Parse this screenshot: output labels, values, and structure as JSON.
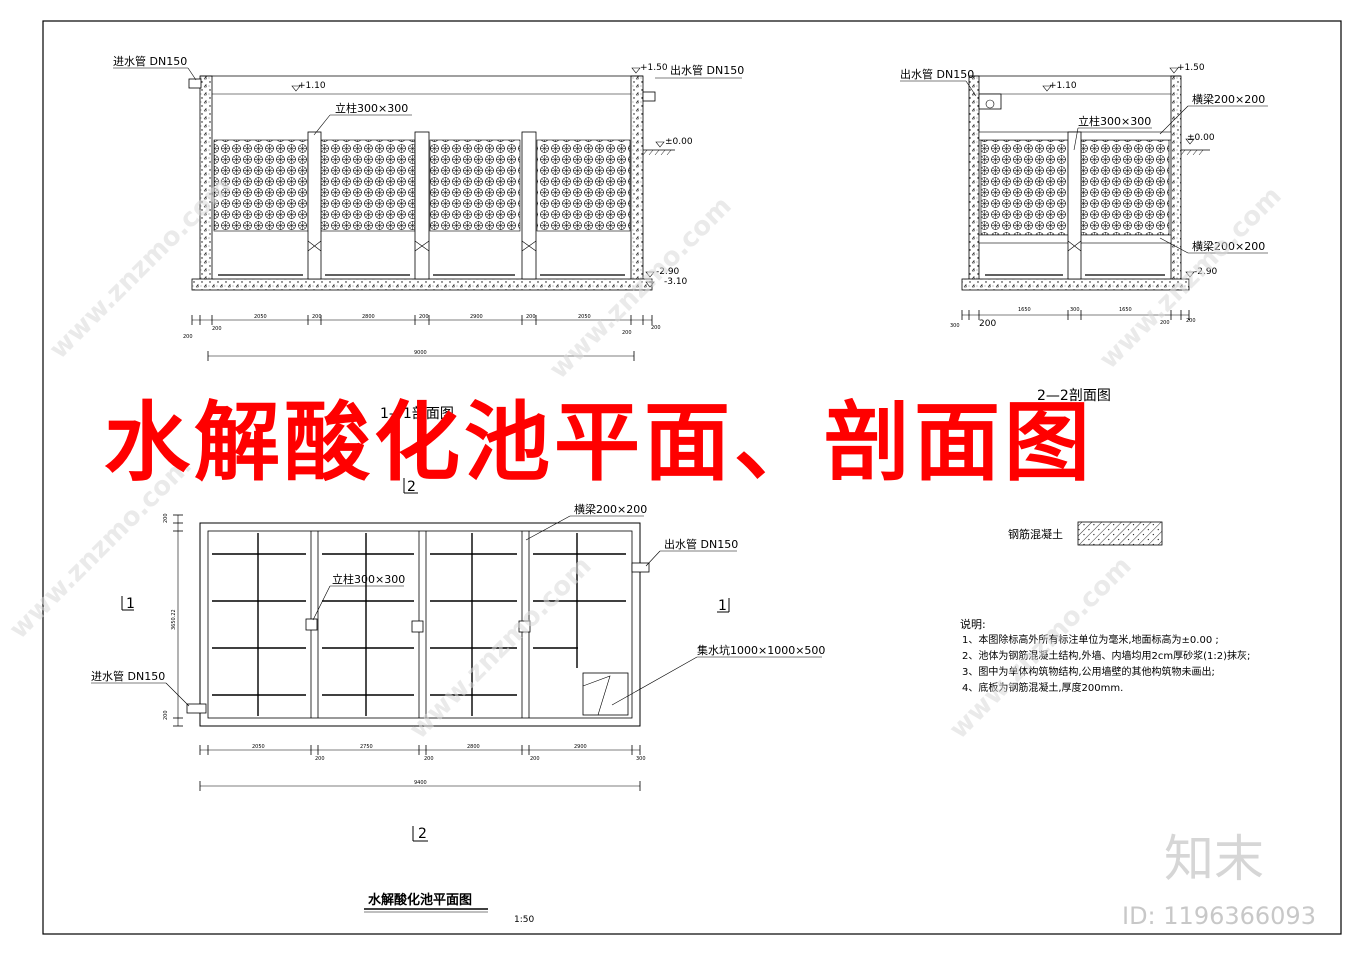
{
  "banner_title": "水解酸化池平面、剖面图",
  "watermark": {
    "text": "www.znzmo.com",
    "brand_cn": "知末",
    "id_label": "ID: 1196366093"
  },
  "section_1_1": {
    "title": "1—1剖面图",
    "inlet_label": "进水管 DN150",
    "outlet_label": "出水管 DN150",
    "column_label": "立柱300×300",
    "elev_top": "+1.50",
    "elev_water": "+1.10",
    "elev_ground": "±0.00",
    "elev_bottom": "-2.90",
    "elev_base": "-3.10",
    "dims": [
      "200",
      "200",
      "2050",
      "200",
      "2800",
      "200",
      "2900",
      "200",
      "2050",
      "200",
      "200"
    ],
    "total_dim": "9000"
  },
  "section_2_2": {
    "title": "2—2剖面图",
    "outlet_label": "出水管 DN150",
    "beam_top_label": "横梁200×200",
    "beam_bottom_label": "横梁200×200",
    "column_label": "立柱300×300",
    "elev_top": "+1.50",
    "elev_water": "+1.10",
    "elev_ground": "±0.00",
    "elev_bottom": "-2.90",
    "dims": [
      "300",
      "200",
      "1650",
      "300",
      "1650",
      "200",
      "200"
    ]
  },
  "plan": {
    "title": "水解酸化池平面图",
    "scale": "1:50",
    "beam_label": "横梁200×200",
    "outlet_label": "出水管 DN150",
    "inlet_label": "进水管 DN150",
    "column_label": "立柱300×300",
    "sump_label": "集水坑1000×1000×500",
    "section_mark_1": "1",
    "section_mark_2": "2",
    "dims_bottom": [
      "2050",
      "200",
      "2750",
      "200",
      "2800",
      "200",
      "2900",
      "300"
    ],
    "total_dim": "9400",
    "dim_left_top": "200",
    "dim_left_mid": "3650.22",
    "dim_left_bot": "200"
  },
  "legend": {
    "label": "钢筋混凝土"
  },
  "notes": {
    "heading": "说明:",
    "items": [
      "1、本图除标高外所有标注单位为毫米,地面标高为±0.00 ;",
      "2、池体为钢筋混凝土结构,外墙、内墙均用2cm厚砂浆(1:2)抹灰;",
      "3、图中为单体构筑物结构,公用墙壁的其他构筑物未画出;",
      "4、底板为钢筋混凝土,厚度200mm."
    ]
  }
}
